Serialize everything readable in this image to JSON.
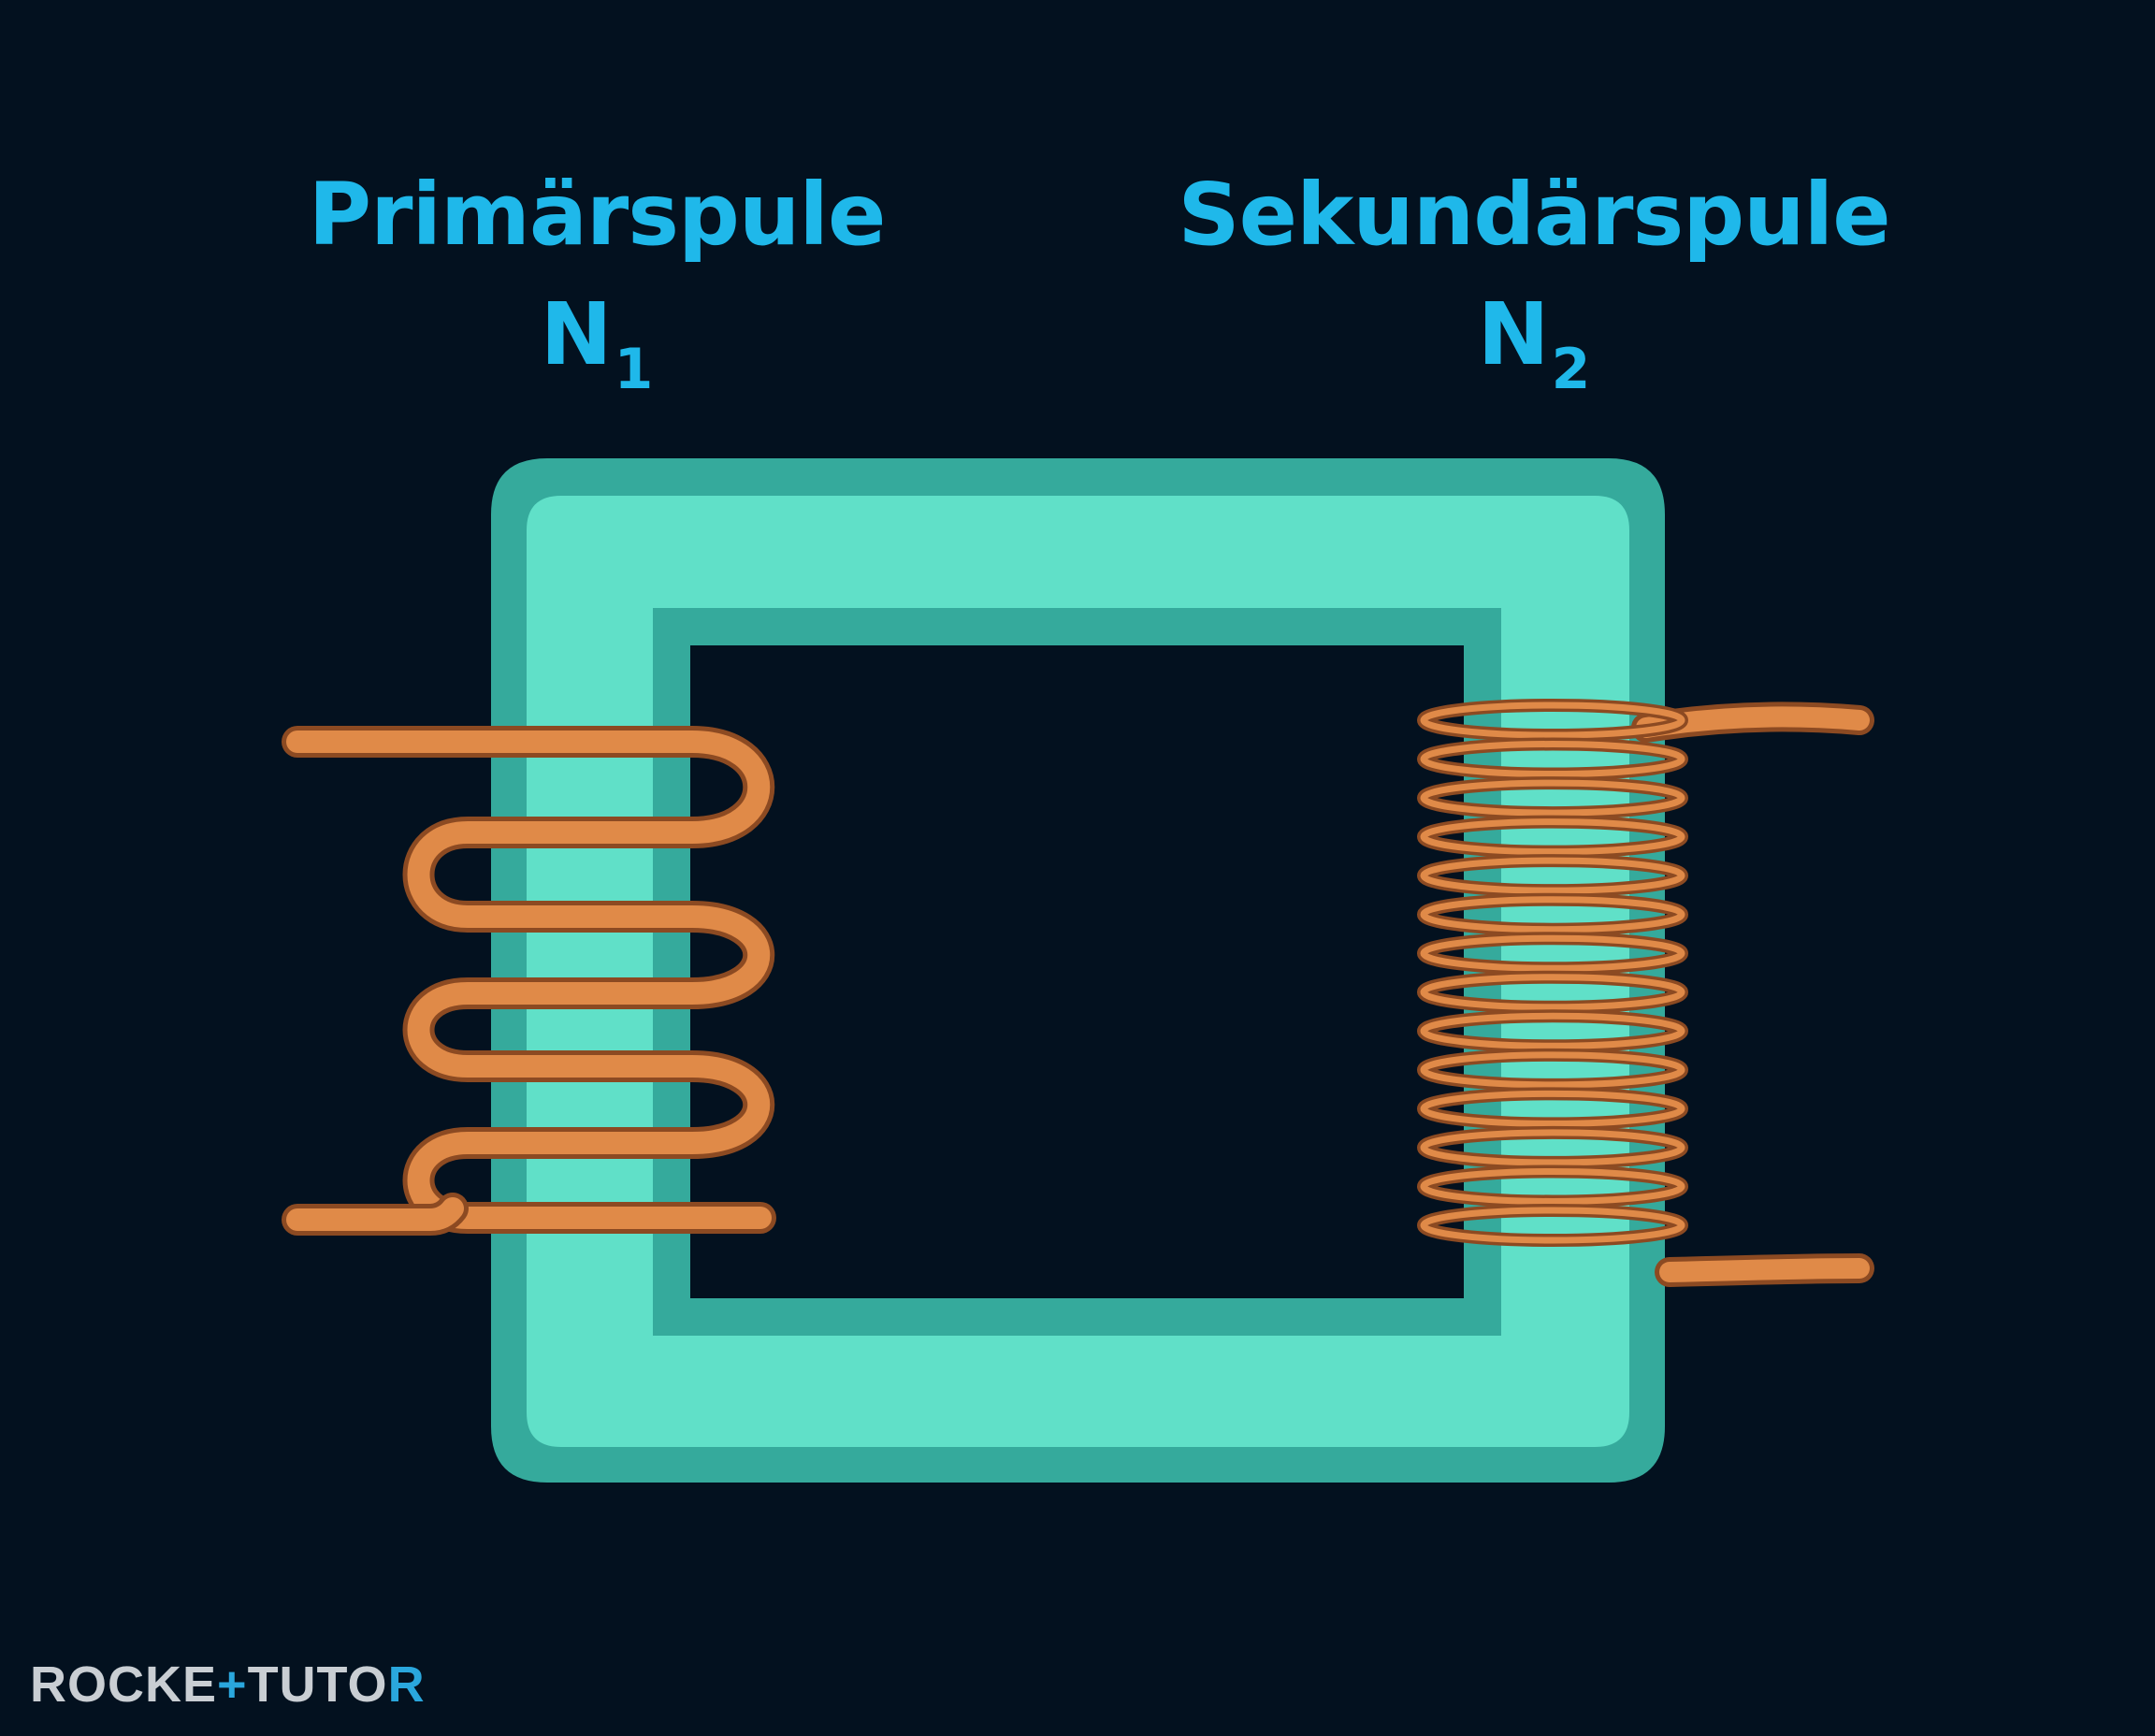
{
  "labels": {
    "primary": {
      "name": "Primärspule",
      "symbol": "N",
      "subscript": "1"
    },
    "secondary": {
      "name": "Sekundärspule",
      "symbol": "N",
      "subscript": "2"
    }
  },
  "logo": {
    "text": "ROCKETTUTOR"
  },
  "colors": {
    "background": "#03111f",
    "label_text": "#1fb8ea",
    "core_fill": "#60e0c8",
    "core_edge": "#35aa9c",
    "wire": "#e08a48",
    "wire_outline": "#8c4a22"
  }
}
